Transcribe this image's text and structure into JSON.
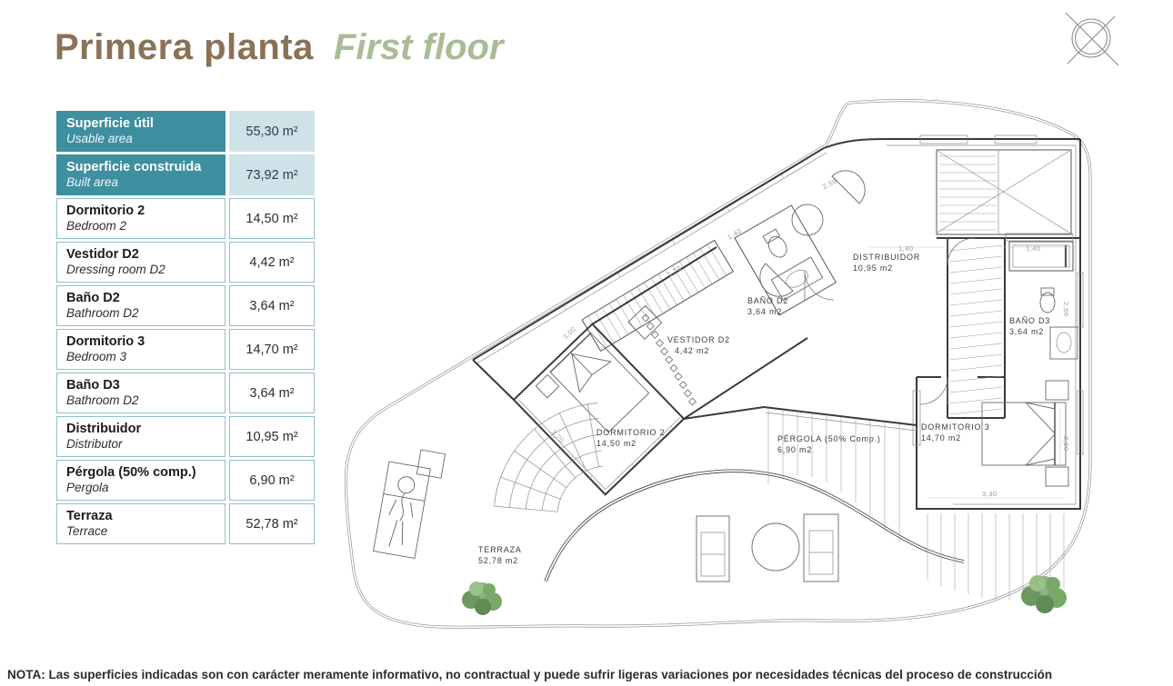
{
  "page": {
    "title_es": "Primera planta",
    "title_en": "First floor",
    "note": "NOTA: Las superficies indicadas son con carácter meramente informativo, no contractual y puede sufrir ligeras variaciones por necesidades técnicas del proceso de construcción"
  },
  "colors": {
    "teal_header": "#3E8FA0",
    "value_cell_light": "#CFE2E8",
    "cell_border": "#8FC0CC",
    "title_brown": "#8A7157",
    "title_sage": "#A9BC98"
  },
  "table": {
    "rows": [
      {
        "es": "Superficie útil",
        "en": "Usable area",
        "value": "55,30 m²"
      },
      {
        "es": "Superficie construida",
        "en": "Built area",
        "value": "73,92 m²"
      },
      {
        "es": "Dormitorio 2",
        "en": "Bedroom 2",
        "value": "14,50 m²"
      },
      {
        "es": "Vestidor D2",
        "en": "Dressing room D2",
        "value": "4,42 m²"
      },
      {
        "es": "Baño D2",
        "en": "Bathroom D2",
        "value": "3,64 m²"
      },
      {
        "es": "Dormitorio 3",
        "en": "Bedroom 3",
        "value": "14,70 m²"
      },
      {
        "es": "Baño D3",
        "en": "Bathroom D2",
        "value": "3,64 m²"
      },
      {
        "es": "Distribuidor",
        "en": "Distributor",
        "value": "10,95 m²"
      },
      {
        "es": "Pérgola (50% comp.)",
        "en": "Pergola",
        "value": "6,90 m²"
      },
      {
        "es": "Terraza",
        "en": "Terrace",
        "value": "52,78 m²"
      }
    ]
  },
  "plan": {
    "rooms": [
      {
        "name": "DISTRIBUIDOR",
        "area": "10,95  m2"
      },
      {
        "name": "BAÑO  D2",
        "area": "3,64  m2"
      },
      {
        "name": "VESTIDOR  D2",
        "area": "4,42  m2"
      },
      {
        "name": "DORMITORIO  2",
        "area": "14,50  m2"
      },
      {
        "name": "BAÑO  D3",
        "area": "3,64  m2"
      },
      {
        "name": "DORMITORIO  3",
        "area": "14,70  m2"
      },
      {
        "name": "PÉRGOLA  (50%  Comp.)",
        "area": "6,90  m2"
      },
      {
        "name": "TERRAZA",
        "area": "52,78  m2"
      }
    ],
    "dims": [
      "1,70",
      "1,40",
      "2,59",
      "3,00",
      "1,80",
      "1,40",
      "2,60",
      "3,70",
      "3,00",
      "3,30"
    ]
  }
}
